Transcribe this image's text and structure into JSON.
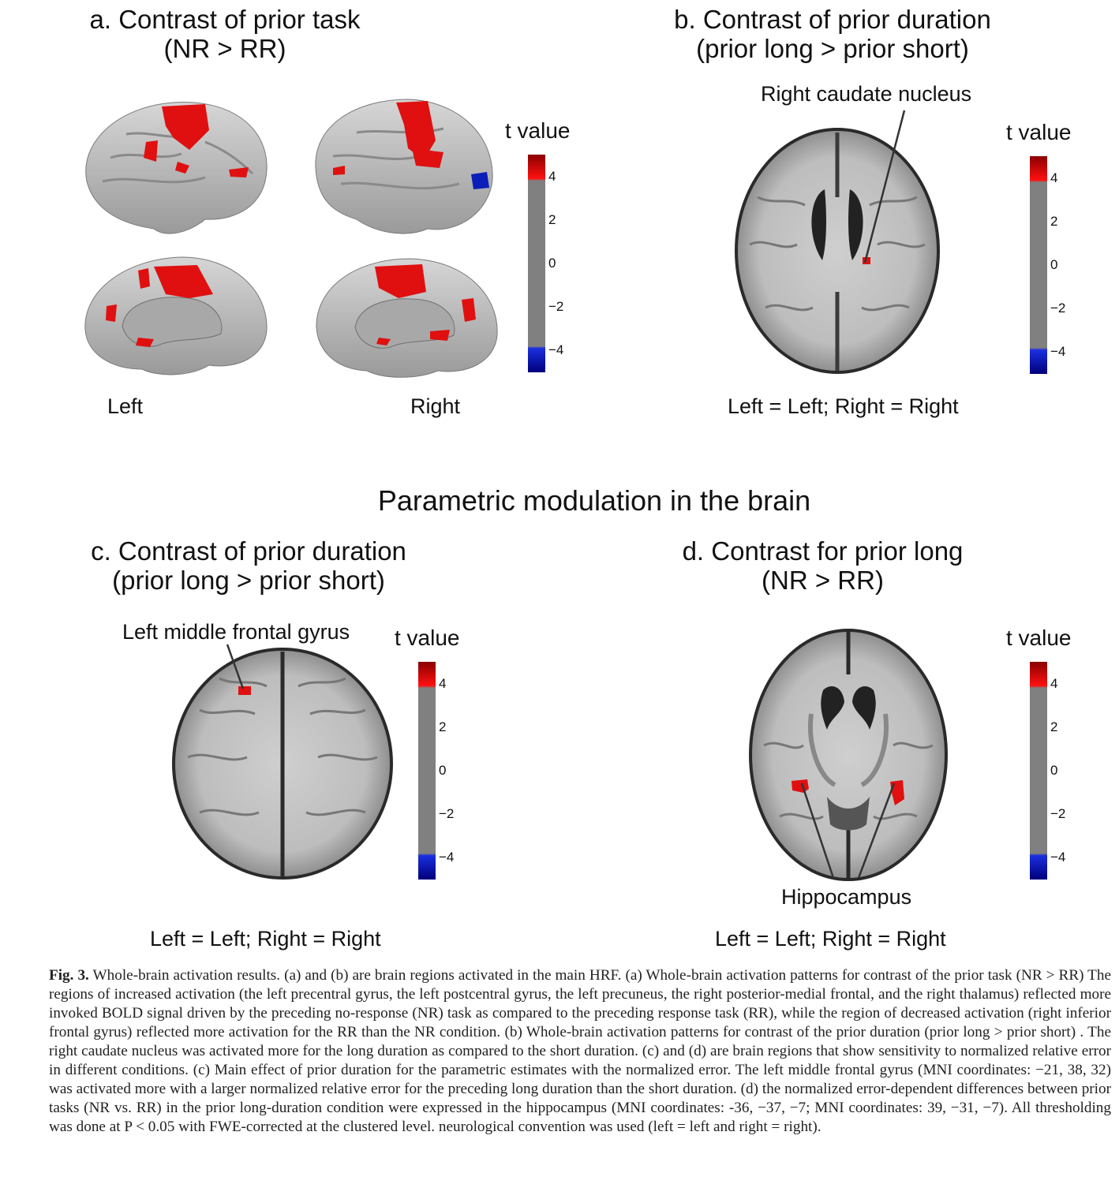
{
  "panels": {
    "a": {
      "title": "a. Contrast of prior task\n(NR > RR)",
      "left_label": "Left",
      "right_label": "Right"
    },
    "b": {
      "title": "b. Contrast of prior duration\n(prior long > prior short)",
      "annotation": "Right caudate nucleus",
      "orientation": "Left = Left; Right = Right"
    },
    "c": {
      "title": "c. Contrast of prior duration\n(prior long > prior short)",
      "annotation": "Left middle frontal gyrus",
      "orientation": "Left = Left; Right = Right"
    },
    "d": {
      "title": "d. Contrast for prior long\n(NR > RR)",
      "annotation": "Hippocampus",
      "orientation": "Left = Left; Right = Right"
    }
  },
  "section_title": "Parametric modulation in the brain",
  "colorbar": {
    "title": "t value",
    "ticks": [
      "4",
      "2",
      "0",
      "−2",
      "−4"
    ],
    "colors": {
      "positive": "#e00000",
      "negative": "#0a1fb8",
      "neutral": "#808080"
    }
  },
  "caption": {
    "label": "Fig. 3.",
    "text": "Whole-brain activation results. (a) and (b) are brain regions activated in the main HRF. (a) Whole-brain activation patterns for contrast of the prior task (NR > RR) The regions of increased activation (the left precentral gyrus, the left postcentral gyrus, the left precuneus, the right posterior-medial frontal, and the right thalamus) reflected more invoked BOLD signal driven by the preceding no-response (NR) task as compared to the preceding response task (RR), while the region of decreased activation (right inferior frontal gyrus) reflected more activation for the RR than the NR condition. (b) Whole-brain activation patterns for contrast of the prior duration (prior long > prior short) . The right caudate nucleus was activated more for the long duration as compared to the short duration. (c) and (d) are brain regions that show sensitivity to normalized relative error in different conditions. (c) Main effect of prior duration for the parametric estimates with the normalized error. The left middle frontal gyrus (MNI coordinates: −21, 38, 32) was activated more with a larger normalized relative error for the preceding long duration than the short duration. (d) the normalized error-dependent differences between prior tasks (NR vs. RR) in the prior long-duration condition were expressed in the hippocampus (MNI coordinates: -36, −37, −7; MNI coordinates: 39, −31, −7). All thresholding was done at P < 0.05 with FWE-corrected at the clustered level. neurological convention was used (left = left and right = right)."
  }
}
